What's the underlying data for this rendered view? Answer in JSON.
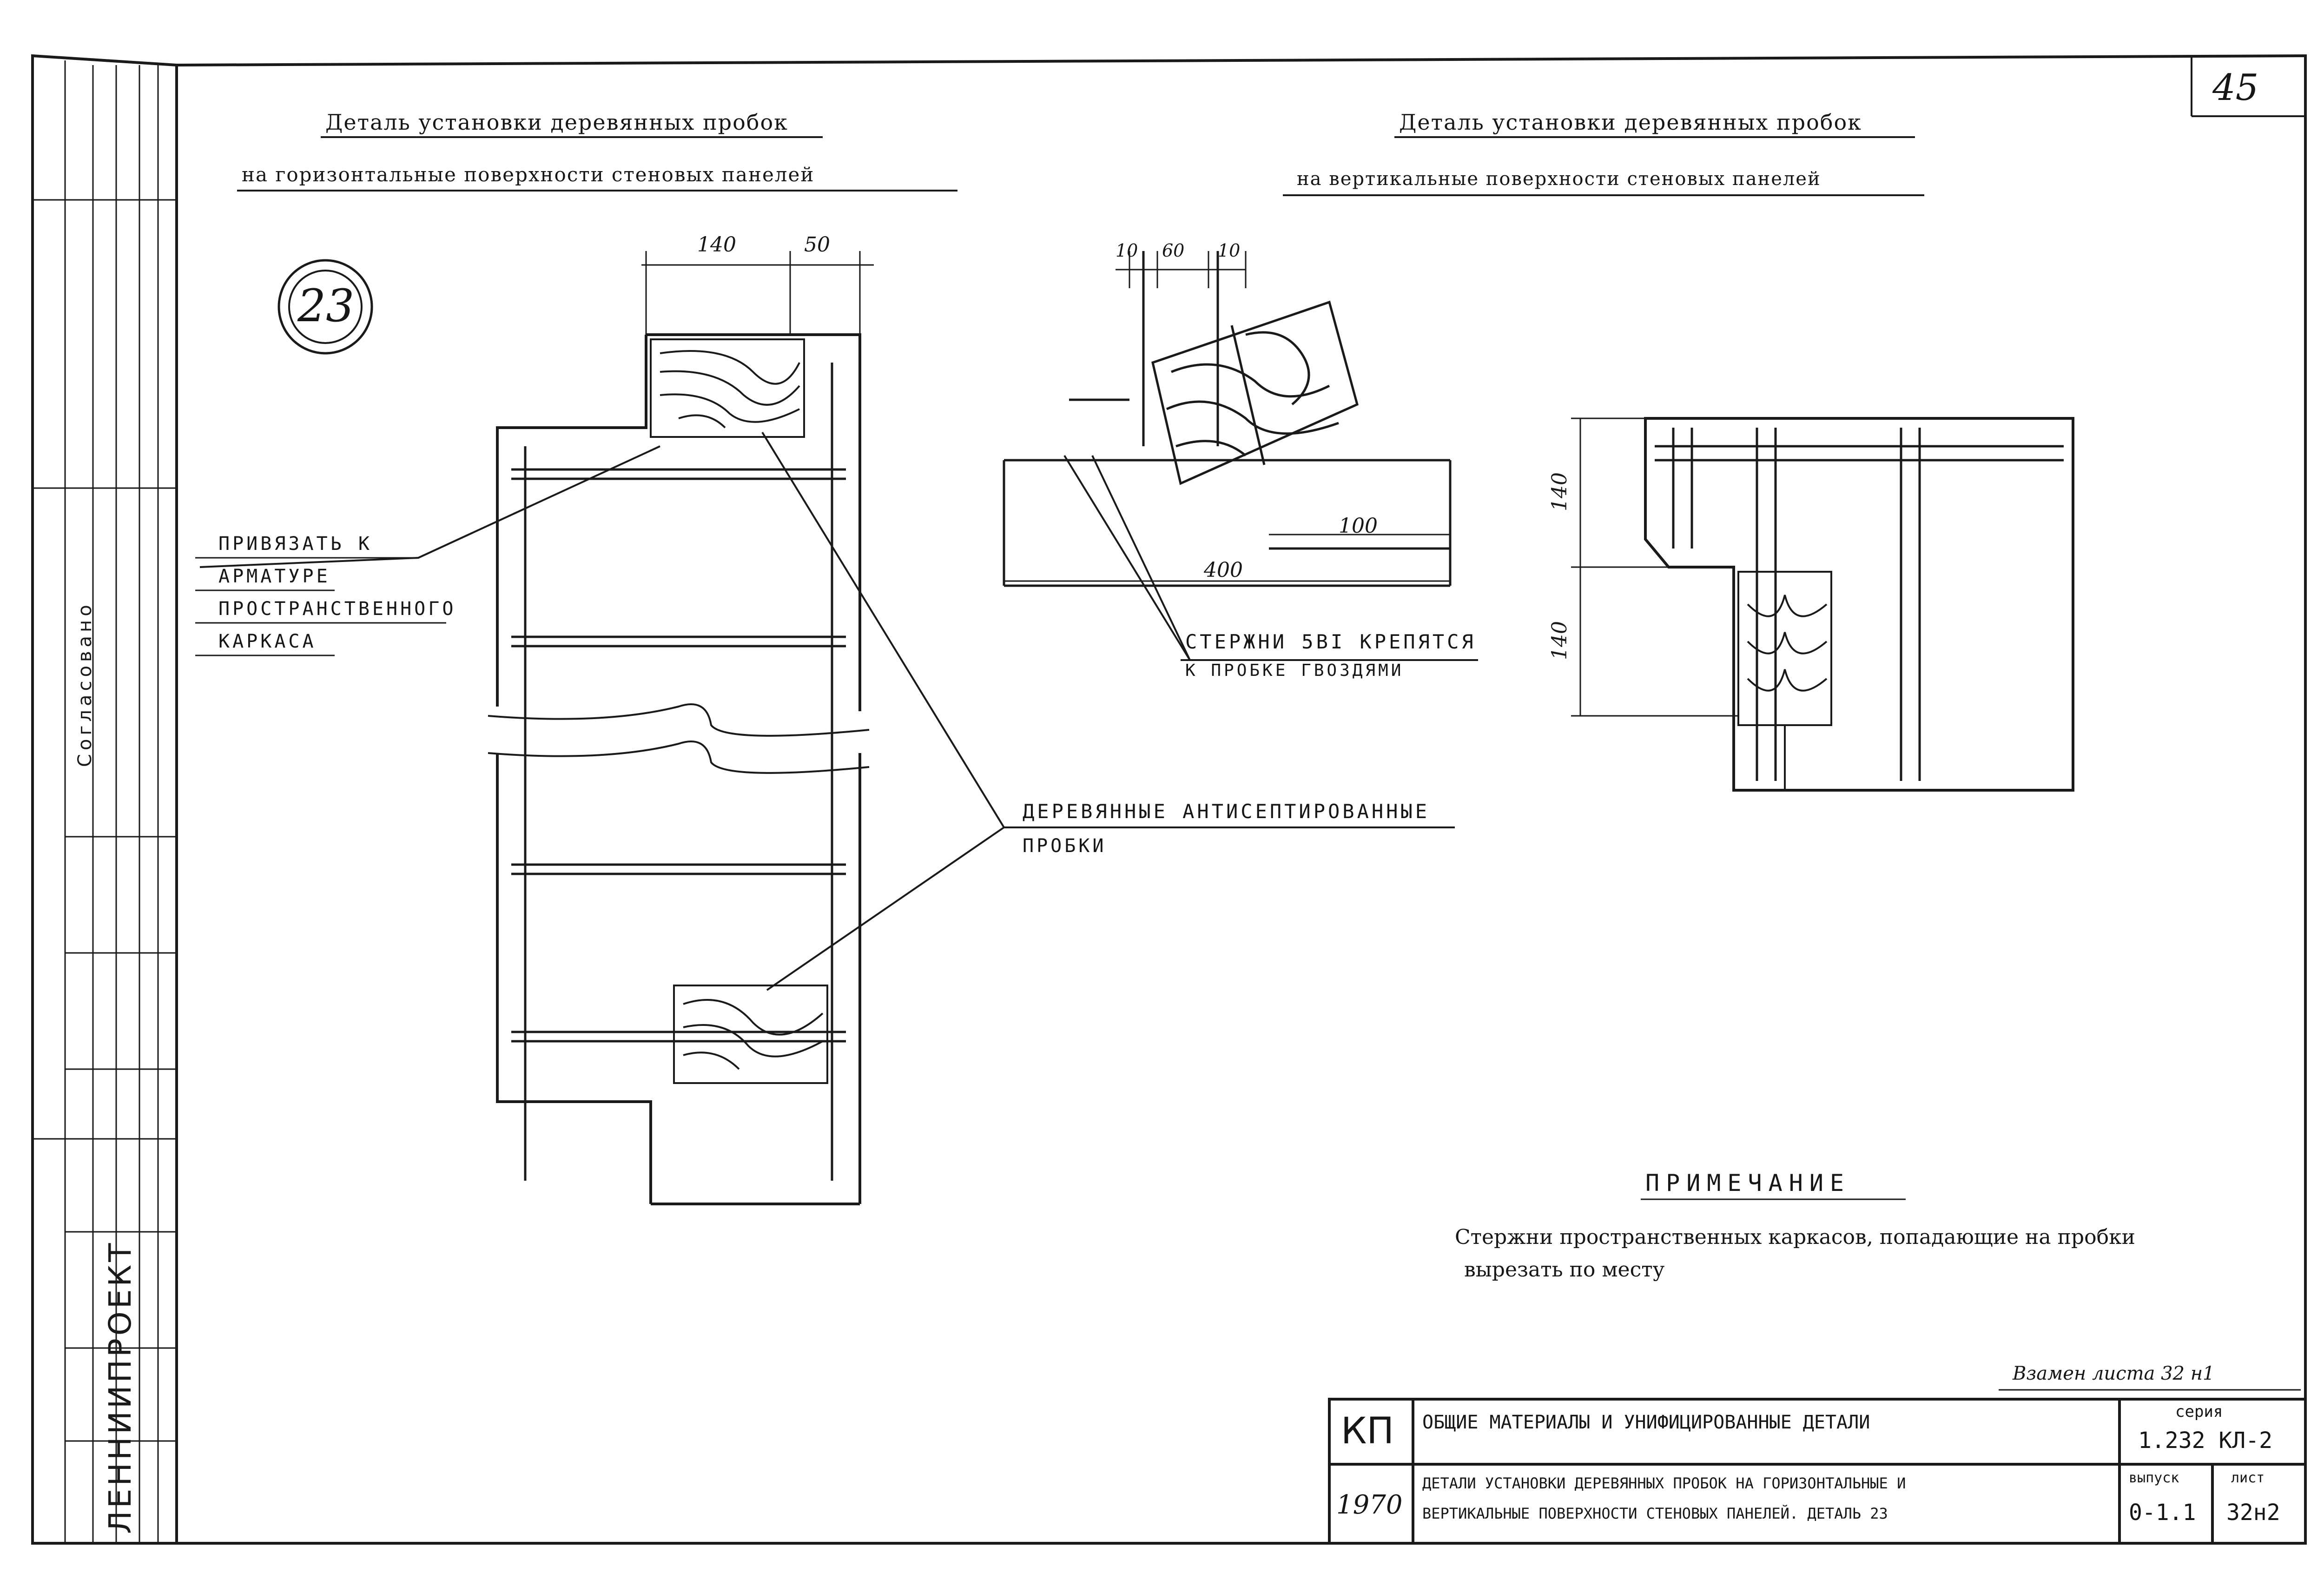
{
  "page_number": "45",
  "detail_marker": "23",
  "left_view": {
    "title_line1": "Деталь установки деревянных пробок",
    "title_line2": "на горизонтальные поверхности стеновых панелей",
    "dims": {
      "d1": "140",
      "d2": "50"
    },
    "callout_tie": [
      "ПРИВЯЗАТЬ К",
      "АРМАТУРЕ",
      "ПРОСТРАНСТВЕННОГО",
      "КАРКАСА"
    ]
  },
  "right_view": {
    "title_line1": "Деталь установки деревянных пробок",
    "title_line2": "на вертикальные поверхности стеновых панелей",
    "dims": {
      "d10a": "10",
      "d60": "60",
      "d10b": "10",
      "d100": "100",
      "d400": "400",
      "h140a": "140",
      "h140b": "140"
    },
    "callout_rods": [
      "СТЕРЖНИ 5ВI КРЕПЯТСЯ",
      "К ПРОБКЕ ГВОЗДЯМИ"
    ]
  },
  "callout_plugs": [
    "ДЕРЕВЯННЫЕ АНТИСЕПТИРОВАННЫЕ",
    "ПРОБКИ"
  ],
  "note": {
    "heading": "ПРИМЕЧАНИЕ",
    "line1": "Стержни пространственных каркасов, попадающие на пробки",
    "line2": "вырезать по месту"
  },
  "replaces": "Взамен листа 32 н1",
  "side_stamp": {
    "org": "ЛЕННИИПРОЕКТ",
    "agreed": "Согласовано"
  },
  "title_block": {
    "code": "КП",
    "year": "1970",
    "section": "ОБЩИЕ МАТЕРИАЛЫ И УНИФИЦИРОВАННЫЕ ДЕТАЛИ",
    "description_line1": "ДЕТАЛИ УСТАНОВКИ ДЕРЕВЯННЫХ ПРОБОК НА ГОРИЗОНТАЛЬНЫЕ И",
    "description_line2": "ВЕРТИКАЛЬНЫЕ ПОВЕРХНОСТИ СТЕНОВЫХ ПАНЕЛЕЙ. ДЕТАЛЬ 23",
    "series_label": "серия",
    "series_value": "1.232 КЛ-2",
    "issue_label": "выпуск",
    "issue_value": "0-1.1",
    "sheet_label": "лист",
    "sheet_value": "32н2"
  }
}
